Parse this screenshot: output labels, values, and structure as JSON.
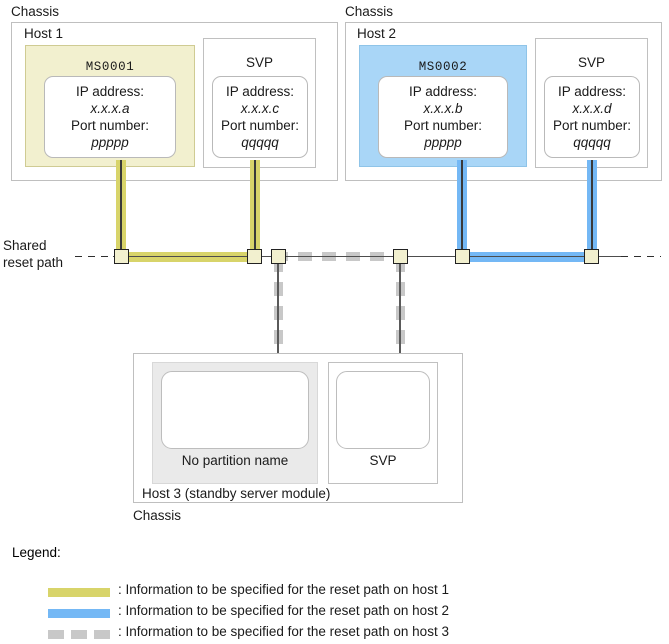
{
  "diagram": {
    "shared_reset_path_label_line1": "Shared",
    "shared_reset_path_label_line2": "reset path"
  },
  "hosts": [
    {
      "chassis_label": "Chassis",
      "host_label": "Host 1",
      "modules": [
        {
          "title": "MS0001",
          "ip_label": "IP address:",
          "ip_value": "x.x.x.a",
          "port_label": "Port number:",
          "port_value": "ppppp"
        },
        {
          "title": "SVP",
          "ip_label": "IP address:",
          "ip_value": "x.x.x.c",
          "port_label": "Port number:",
          "port_value": "qqqqq"
        }
      ]
    },
    {
      "chassis_label": "Chassis",
      "host_label": "Host 2",
      "modules": [
        {
          "title": "MS0002",
          "ip_label": "IP address:",
          "ip_value": "x.x.x.b",
          "port_label": "Port number:",
          "port_value": "ppppp"
        },
        {
          "title": "SVP",
          "ip_label": "IP address:",
          "ip_value": "x.x.x.d",
          "port_label": "Port number:",
          "port_value": "qqqqq"
        }
      ]
    }
  ],
  "host3": {
    "chassis_label": "Chassis",
    "host_label": "Host 3 (standby server module)",
    "modules": [
      {
        "caption": "No partition name"
      },
      {
        "caption": "SVP"
      }
    ]
  },
  "legend": {
    "title": "Legend:",
    "items": [
      {
        "style": "solid-yellow",
        "color": "#d8d46a",
        "text": ": Information to be specified for the reset path on host 1"
      },
      {
        "style": "solid-blue",
        "color": "#74b8f5",
        "text": ": Information to be specified for the reset path on host 2"
      },
      {
        "style": "dashed-gray",
        "color": "#c8c8c8",
        "text": ": Information to be specified for the reset path on host 3"
      }
    ]
  },
  "colors": {
    "host1_accent": "#d8d46a",
    "host2_accent": "#74b8f5",
    "host3_accent": "#c8c8c8",
    "module1_fill": "#f2f0cf",
    "module2_fill": "#a9d6f7",
    "module3_fill": "#eaeaea"
  }
}
